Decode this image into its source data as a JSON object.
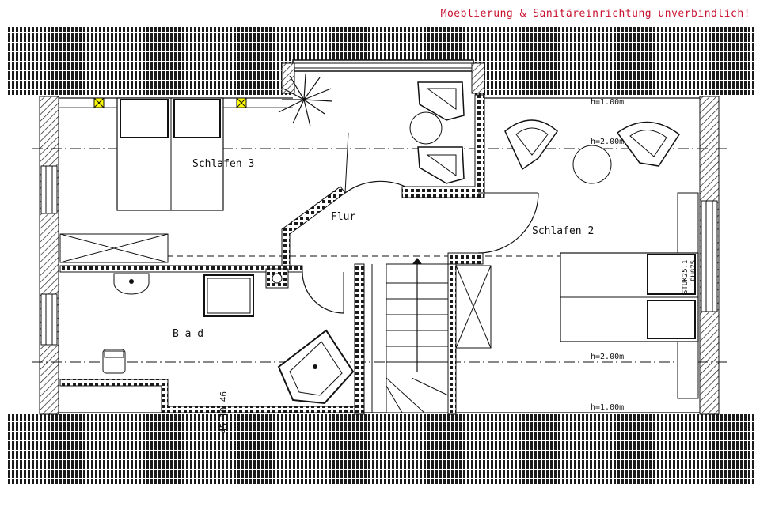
{
  "disclaimer": "Moeblierung & Sanitäreinrichtung unverbindlich!",
  "rooms": {
    "schlafen3": "Schlafen 3",
    "schlafen2": "Schlafen 2",
    "flur": "Flur",
    "bad": "B a d"
  },
  "heights": {
    "top_left": "h=1.00m",
    "top_right": "h=2.00m",
    "bottom_left": "h=2.00m",
    "bottom_right": "h=1.00m"
  },
  "dimensions": {
    "stair_label": "45 10 46"
  },
  "annotations": {
    "chimney_1": "STUK25.1",
    "chimney_2": "PH875"
  },
  "colors": {
    "disclaimer": "#c8102e",
    "roof": "#1a1a1a",
    "wall": "#1a1a1a"
  }
}
